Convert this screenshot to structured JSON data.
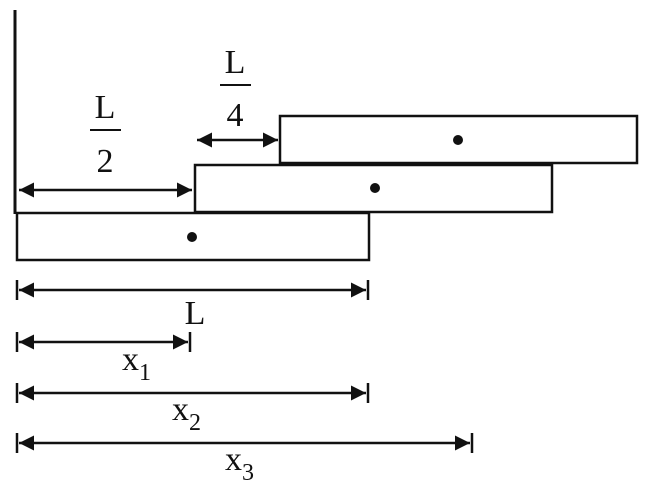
{
  "diagram": {
    "labels": {
      "half_num": "L",
      "half_den": "2",
      "quarter_num": "L",
      "quarter_den": "4",
      "length": "L",
      "x1": "x",
      "x1_sub": "1",
      "x2": "x",
      "x2_sub": "2",
      "x3": "x",
      "x3_sub": "3"
    },
    "colors": {
      "stroke": "#111111",
      "fill": "#ffffff"
    }
  }
}
